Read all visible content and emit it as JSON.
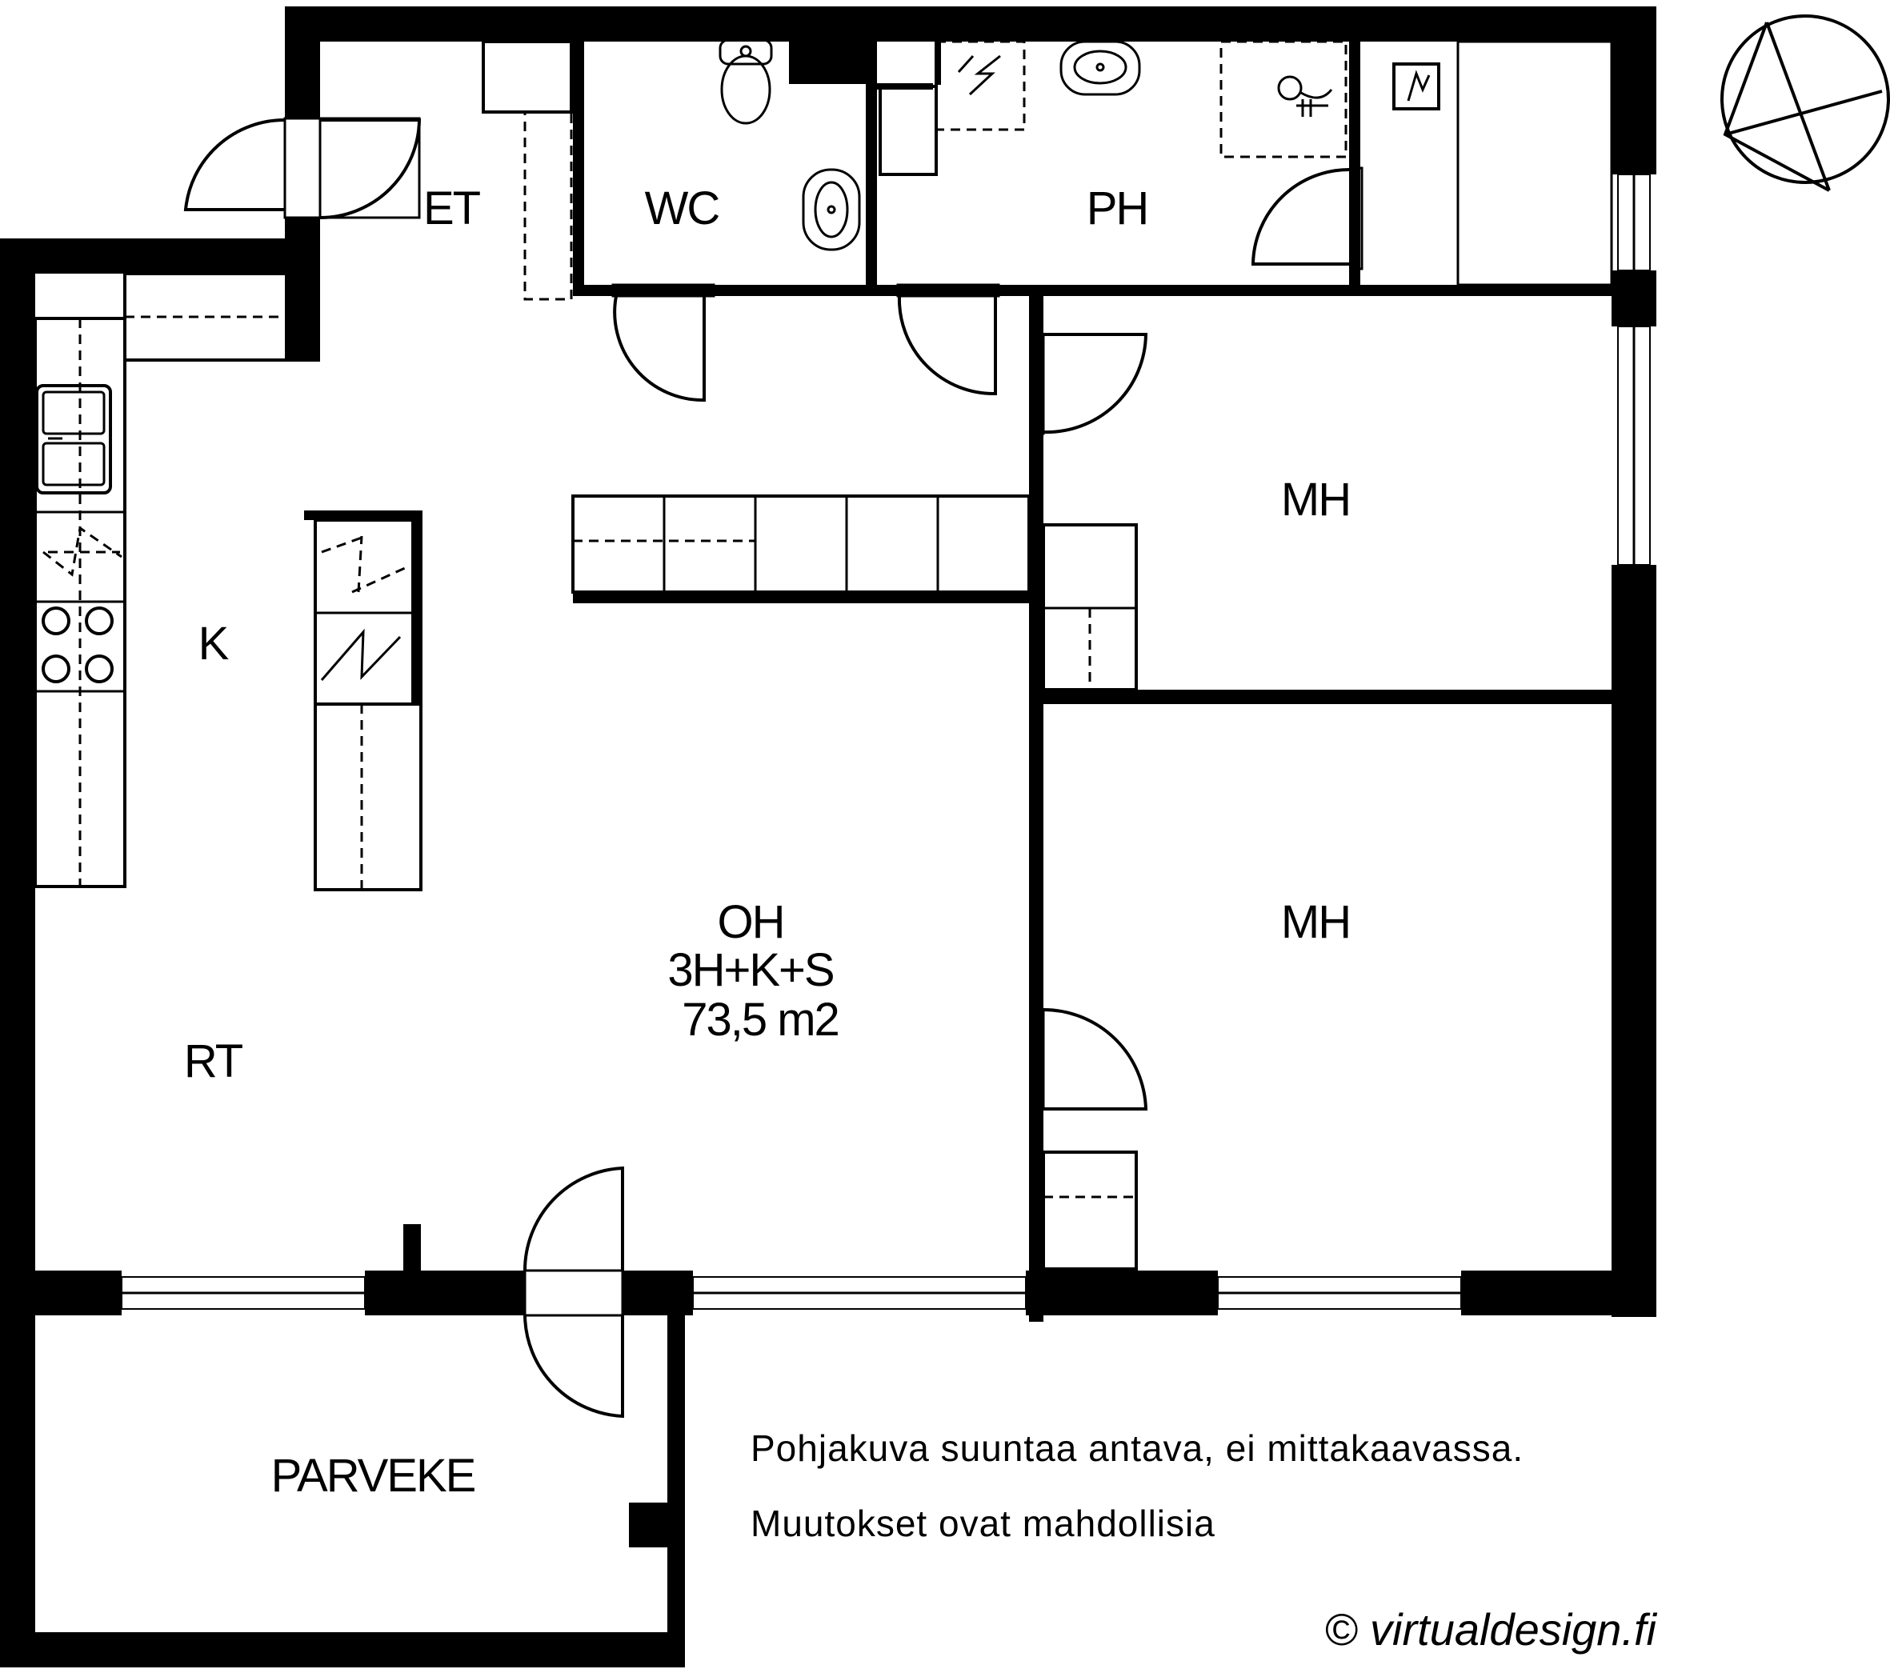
{
  "rooms": {
    "et": "ET",
    "wc": "WC",
    "ph": "PH",
    "k": "K",
    "mh1": "MH",
    "mh2": "MH",
    "oh": "OH",
    "type": "3H+K+S",
    "area": "73,5 m2",
    "rt": "RT",
    "parveke": "PARVEKE"
  },
  "notes": {
    "line1": "Pohjakuva suuntaa antava, ei mittakaavassa.",
    "line2": "Muutokset ovat mahdollisia"
  },
  "credit": "© virtualdesign.fi",
  "icons": {
    "compass": "north-arrow-icon",
    "toilet": "toilet-icon",
    "sink": "sink-icon",
    "stove": "stove-icon",
    "electric": "electric-panel-icon",
    "shower": "shower-icon"
  },
  "colors": {
    "walls": "#000000",
    "background": "#ffffff"
  }
}
